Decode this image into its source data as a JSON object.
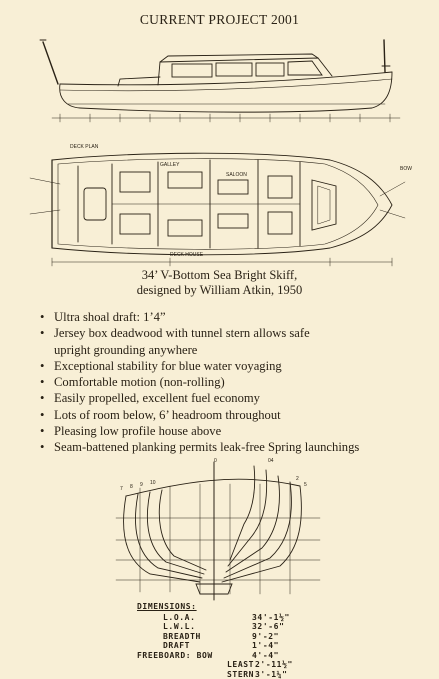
{
  "page": {
    "title": "CURRENT PROJECT 2001"
  },
  "caption": {
    "line1": "34’ V-Bottom Sea Bright Skiff,",
    "line2": "designed by William Atkin, 1950"
  },
  "features": [
    {
      "line1": "Ultra shoal draft: 1’4”",
      "line2": ""
    },
    {
      "line1": "Jersey box deadwood with tunnel stern allows safe",
      "line2": "upright grounding anywhere"
    },
    {
      "line1": "Exceptional stability for blue water voyaging",
      "line2": ""
    },
    {
      "line1": "Comfortable motion (non-rolling)",
      "line2": ""
    },
    {
      "line1": "Easily propelled, excellent fuel economy",
      "line2": ""
    },
    {
      "line1": "Lots of room below, 6’ headroom throughout",
      "line2": ""
    },
    {
      "line1": "Pleasing low profile house above",
      "line2": ""
    },
    {
      "line1": "Seam-battened planking permits leak-free Spring launchings",
      "line2": ""
    }
  ],
  "dimensions": {
    "heading": "DIMENSIONS:",
    "rows": [
      {
        "label": "L.O.A.",
        "value": "34'-1½\""
      },
      {
        "label": "L.W.L.",
        "value": "32'-6\""
      },
      {
        "label": "BREADTH",
        "value": "9'-2\""
      },
      {
        "label": "DRAFT",
        "value": "1'-4\""
      },
      {
        "label": "FREEBOARD: BOW",
        "value": "4'-4\""
      },
      {
        "label": "LEAST",
        "value": "2'-11½\""
      },
      {
        "label": "STERN",
        "value": "3'-1¼\""
      }
    ]
  }
}
